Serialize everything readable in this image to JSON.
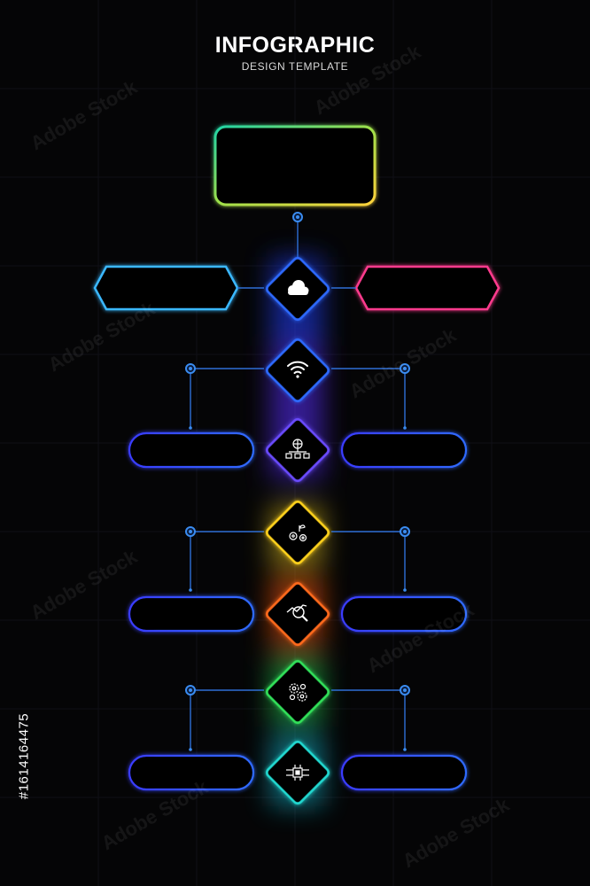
{
  "header": {
    "title": "INFOGRAPHIC",
    "subtitle": "DESIGN TEMPLATE"
  },
  "stock_id": "#1614164475",
  "watermark": "Adobe Stock",
  "colors": {
    "background": "#050506",
    "connector": "#2e6fd6",
    "dot": "#3a8cf0",
    "cloud": "#2f6bff",
    "wifi": "#2f6bff",
    "network": "#6a4cff",
    "growth": "#ffd21f",
    "search": "#ff6a1f",
    "gears": "#32e05a",
    "chip": "#20d8d0",
    "left_hex": "#3ab8ff",
    "right_hex": "#ff3b8d",
    "pill": "#3a4cff"
  },
  "diamonds": [
    {
      "icon": "cloud-icon",
      "color": "#2f6bff"
    },
    {
      "icon": "wifi-icon",
      "color": "#2f6bff"
    },
    {
      "icon": "network-icon",
      "color": "#6a4cff"
    },
    {
      "icon": "growth-gears-icon",
      "color": "#ffd21f"
    },
    {
      "icon": "search-chart-icon",
      "color": "#ff6a1f"
    },
    {
      "icon": "gears-icon",
      "color": "#32e05a"
    },
    {
      "icon": "chip-icon",
      "color": "#20d8d0"
    }
  ]
}
